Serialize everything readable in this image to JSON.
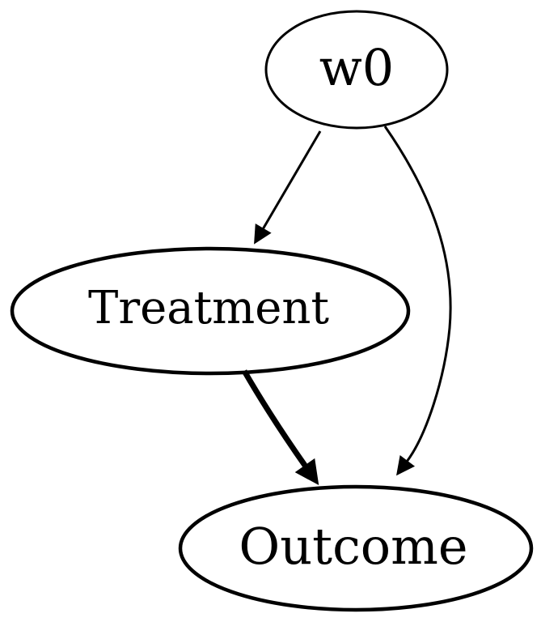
{
  "diagram": {
    "type": "directed-acyclic-graph",
    "background_color": "#ffffff",
    "line_color": "#000000",
    "nodes": [
      {
        "id": "w0",
        "label": "w0",
        "shape": "ellipse",
        "emphasis": "normal"
      },
      {
        "id": "treatment",
        "label": "Treatment",
        "shape": "ellipse",
        "emphasis": "bold"
      },
      {
        "id": "outcome",
        "label": "Outcome",
        "shape": "ellipse",
        "emphasis": "bold"
      }
    ],
    "edges": [
      {
        "from": "w0",
        "to": "Treatment",
        "weight": "thin",
        "style": "straight"
      },
      {
        "from": "w0",
        "to": "Outcome",
        "weight": "thin",
        "style": "curved"
      },
      {
        "from": "Treatment",
        "to": "Outcome",
        "weight": "thick",
        "style": "curved"
      }
    ]
  }
}
